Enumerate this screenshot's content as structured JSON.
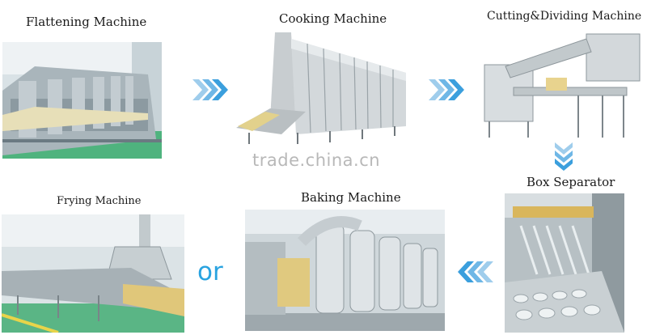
{
  "steps": {
    "flattening": "Flattening Machine",
    "cooking": "Cooking Machine",
    "cutting": "Cutting&Dividing Machine",
    "box_separator": "Box Separator",
    "baking": "Baking Machine",
    "frying": "Frying Machine"
  },
  "watermark": "trade.china.cn",
  "or_text": "or",
  "colors": {
    "arrow": "#4aa8e0",
    "or_text": "#29a3e0"
  }
}
